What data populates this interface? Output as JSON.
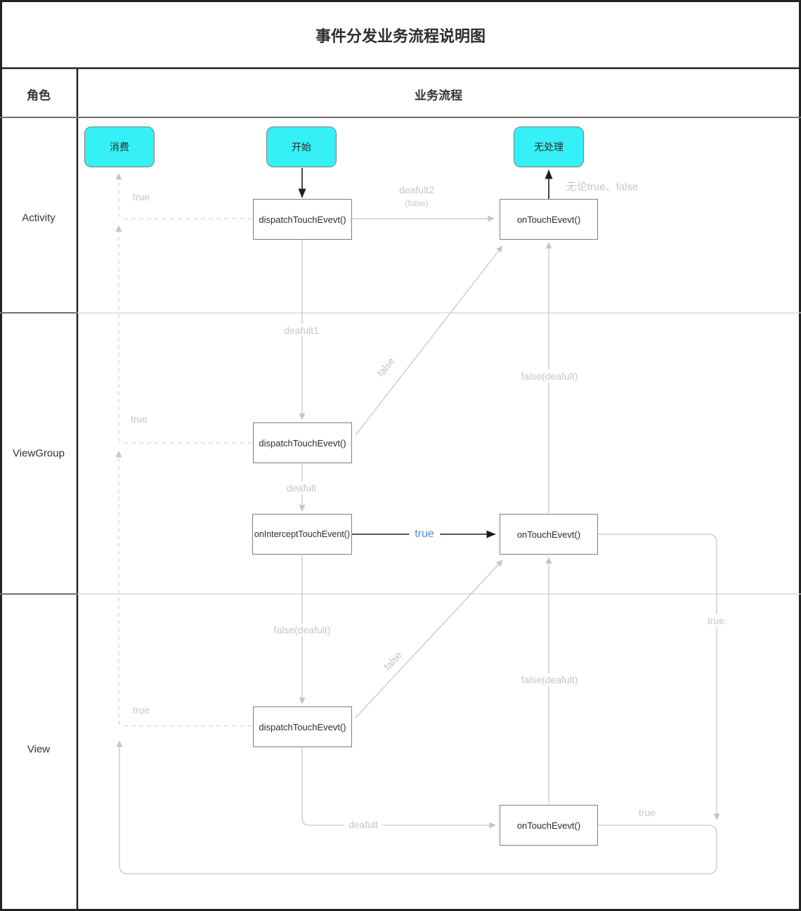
{
  "title": "事件分发业务流程说明图",
  "header": {
    "role": "角色",
    "process": "业务流程"
  },
  "lanes": {
    "activity": "Activity",
    "viewgroup": "ViewGroup",
    "view": "View"
  },
  "nodes": {
    "consume": "消费",
    "start": "开始",
    "no_handle": "无处理",
    "activity_dispatch": "dispatchTouchEvevt()",
    "activity_ontouch": "onTouchEvevt()",
    "viewgroup_dispatch": "dispatchTouchEvevt()",
    "viewgroup_onintercept": "onInterceptTouchEvent()",
    "viewgroup_ontouch": "onTouchEvevt()",
    "view_dispatch": "dispatchTouchEvevt()",
    "view_ontouch": "onTouchEvevt()"
  },
  "labels": {
    "activity_return_true": "true",
    "deafult2": "deafult2",
    "deafult2_sub": "(false)",
    "regardless": "无论true、false",
    "deafult1": "deafult1",
    "false_to_activity_ontouch": "false",
    "false_deafult_up1": "false(deafult)",
    "viewgroup_return_true": "true",
    "deafult_to_intercept": "deafult",
    "intercept_true": "true",
    "false_deafult_down": "false(deafult)",
    "view_return_true": "true",
    "false_to_viewgroup_ontouch": "false",
    "false_deafult_up2": "false(deafult)",
    "viewgroup_ontouch_true": "true",
    "deafult_to_view_ontouch": "deafult",
    "view_ontouch_true": "true"
  },
  "colors": {
    "terminal_fill": "#35f0f7",
    "link_blue": "#4a90e2",
    "line_grey": "#c8c8c8",
    "line_black": "#1c1c1c"
  }
}
